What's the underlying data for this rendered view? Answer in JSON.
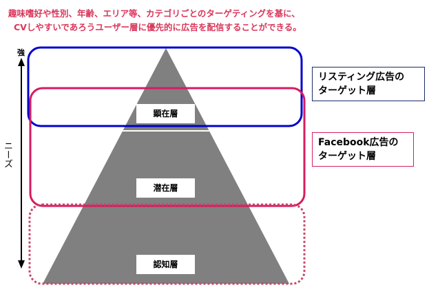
{
  "caption": {
    "line1": "趣味嗜好や性別、年齢、エリア等、カテゴリごとのターゲティングを基に、",
    "line2": "CVしやすいであろうユーザー層に優先的に広告を配信することができる。"
  },
  "axis": {
    "top": "強",
    "label": "ニーズ"
  },
  "layers": {
    "top": "顕在層",
    "middle": "潜在層",
    "bottom": "認知層"
  },
  "legend": {
    "listing": {
      "line1": "リスティング広告の",
      "line2": "ターゲット層"
    },
    "facebook": {
      "line1": "Facebook広告の",
      "line2": "ターゲット層"
    }
  },
  "colors": {
    "listing": "#0000cc",
    "facebook": "#d81b60",
    "dotted": "#c74467",
    "pyramid": "#808080"
  }
}
